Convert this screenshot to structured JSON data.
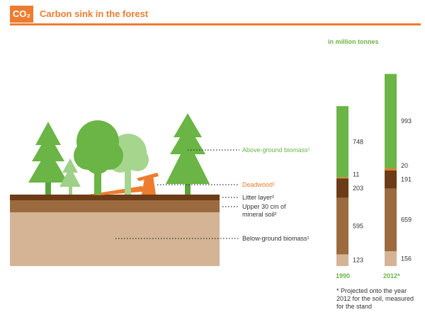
{
  "header": {
    "badge": "CO₂",
    "title": "Carbon sink in the forest"
  },
  "unit_label": "in million tonnes",
  "scene_labels": {
    "above_ground": "Above-ground biomass¹",
    "deadwood": "Deadwood¹",
    "litter": "Litter layer²",
    "mineral_soil": "Upper 30 cm of mineral soil²",
    "below_ground": "Below-ground biomass¹"
  },
  "footnote": "* Projected onto the year 2012 for the soil, measured for the stand",
  "colors": {
    "accent": "#ee7c2f",
    "green": "#6ab545",
    "deadwood": "#ee7c2f",
    "litter": "#6b3c17",
    "mineral_soil": "#9c6a3f",
    "below_ground": "#d4b494"
  },
  "chart_data": {
    "type": "bar",
    "stacked": true,
    "categories": [
      "1990",
      "2012*"
    ],
    "series": [
      {
        "name": "Below-ground biomass¹",
        "values": [
          123,
          156
        ],
        "color": "#d4b494"
      },
      {
        "name": "Upper 30 cm of mineral soil²",
        "values": [
          595,
          659
        ],
        "color": "#9c6a3f"
      },
      {
        "name": "Litter layer²",
        "values": [
          203,
          191
        ],
        "color": "#6b3c17"
      },
      {
        "name": "Deadwood¹",
        "values": [
          11,
          20
        ],
        "color": "#ee7c2f"
      },
      {
        "name": "Above-ground biomass¹",
        "values": [
          748,
          993
        ],
        "color": "#6ab545"
      }
    ]
  }
}
